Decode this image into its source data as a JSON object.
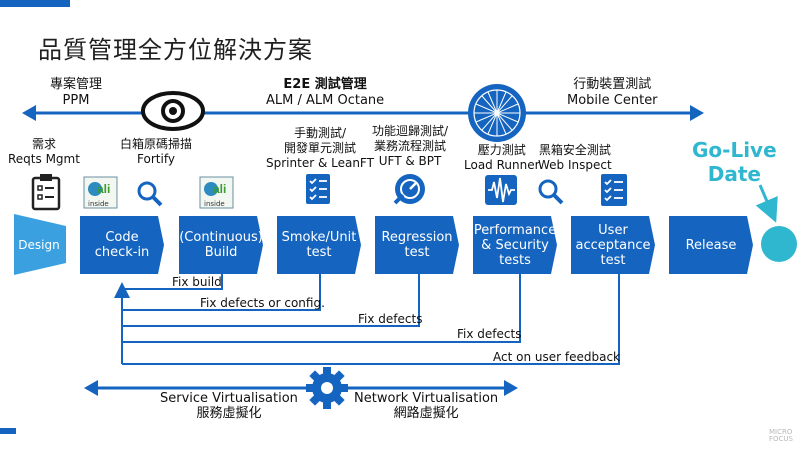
{
  "title": "品質管理全方位解決方案",
  "top_bar": {
    "left": {
      "line1": "專案管理",
      "line2": "PPM"
    },
    "center": {
      "line1": "E2E 測試管理",
      "line2": "ALM  / ALM Octane"
    },
    "right": {
      "line1": "行動裝置測試",
      "line2": "Mobile Center"
    }
  },
  "tools": {
    "reqts": {
      "line1": "需求",
      "line2": "Reqts Mgmt"
    },
    "fortify": {
      "line1": "白箱原碼掃描",
      "line2": "Fortify"
    },
    "sprinter": {
      "line1": "手動測試/",
      "line2": "開發單元測試",
      "line3": "Sprinter & LeanFT"
    },
    "uft": {
      "line1": "功能迴歸測試/",
      "line2": "業務流程測試",
      "line3": "UFT & BPT"
    },
    "loadrunner": {
      "line1": "壓力測試",
      "line2": "Load Runner"
    },
    "webinspect": {
      "line1": "黑箱安全測試",
      "line2": "Web Inspect"
    }
  },
  "steps": {
    "design": "Design",
    "code_checkin": "Code check-in",
    "build": "(Continuous) Build",
    "smoke": "Smoke/Unit test",
    "regression": "Regression test",
    "performance": "Performance & Security tests",
    "uat": "User acceptance test",
    "release": "Release"
  },
  "golive": {
    "line1": "Go-Live",
    "line2": "Date"
  },
  "feedback": {
    "fix_build": "Fix build",
    "fix_defects_config": "Fix defects or config.",
    "fix_defects_1": "Fix defects",
    "fix_defects_2": "Fix defects",
    "user_feedback": "Act on user feedback"
  },
  "virtualisation": {
    "service": {
      "line1": "Service Virtualisation",
      "line2": "服務虛擬化"
    },
    "network": {
      "line1": "Network Virtualisation",
      "line2": "網路虛擬化"
    }
  },
  "ali_label": "inside",
  "footer_logo": {
    "line1": "MICRO",
    "line2": "FOCUS"
  },
  "colors": {
    "step_blue": "#1565c0",
    "accent_cyan": "#2fb7cf",
    "arrow_blue": "#1565c0",
    "dark_blue": "#0d47a1"
  },
  "icons": [
    "eye-icon",
    "network-globe-icon",
    "clipboard-icon",
    "magnifier-icon",
    "ali-logo-icon",
    "checklist-icon",
    "gauge-icon",
    "waveform-icon",
    "gear-icon"
  ]
}
